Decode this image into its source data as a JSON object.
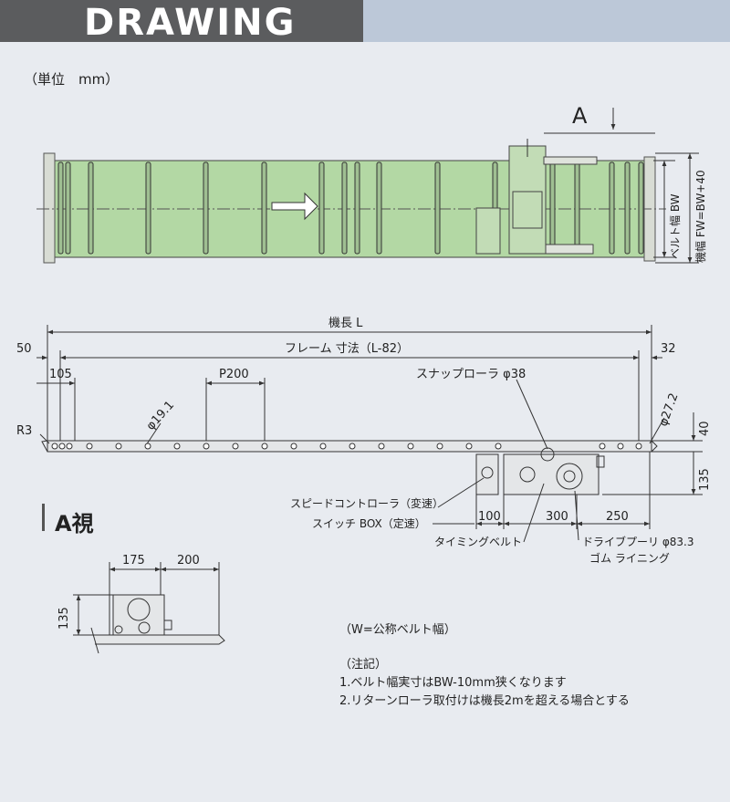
{
  "header": {
    "title": "DRAWING"
  },
  "unit_label": "（単位　mm）",
  "top_view": {
    "view_marker": "A",
    "belt_width_label": "ベルト幅 BW",
    "frame_width_label": "機幅 FW=BW+40"
  },
  "side_view": {
    "length_label": "機長 L",
    "frame_dim_label": "フレーム 寸法（L-82）",
    "left_offset": "50",
    "right_offset": "32",
    "first_pitch": "105",
    "pitch_label": "P200",
    "roller_dia": "φ19.1",
    "radius_label": "R3",
    "snap_roller_label": "スナップローラ φ38",
    "end_dia": "φ27.2",
    "height_40": "40",
    "height_135": "135",
    "speed_controller_label": "スピードコントローラ（変速）",
    "switch_box_label": "スイッチ BOX（定速）",
    "dim_100": "100",
    "dim_300": "300",
    "dim_250": "250",
    "timing_belt_label": "タイミングベルト",
    "drive_pulley_label": "ドライブプーリ φ83.3",
    "rubber_lining_label": "ゴム ライニング"
  },
  "a_view": {
    "title": "A視",
    "dim_175": "175",
    "dim_200": "200",
    "dim_135": "135"
  },
  "notes": {
    "w_note": "（W=公称ベルト幅）",
    "heading": "（注記）",
    "note1": "1.ベルト幅実寸はBW-10mm狭くなります",
    "note2": "2.リターンローラ取付けは機長2mを超える場合とする"
  },
  "colors": {
    "header_dark": "#5b5c5e",
    "header_light": "#bcc8d8",
    "background": "#e8ebf0",
    "belt_green": "#b3d8a4",
    "line": "#333333"
  }
}
